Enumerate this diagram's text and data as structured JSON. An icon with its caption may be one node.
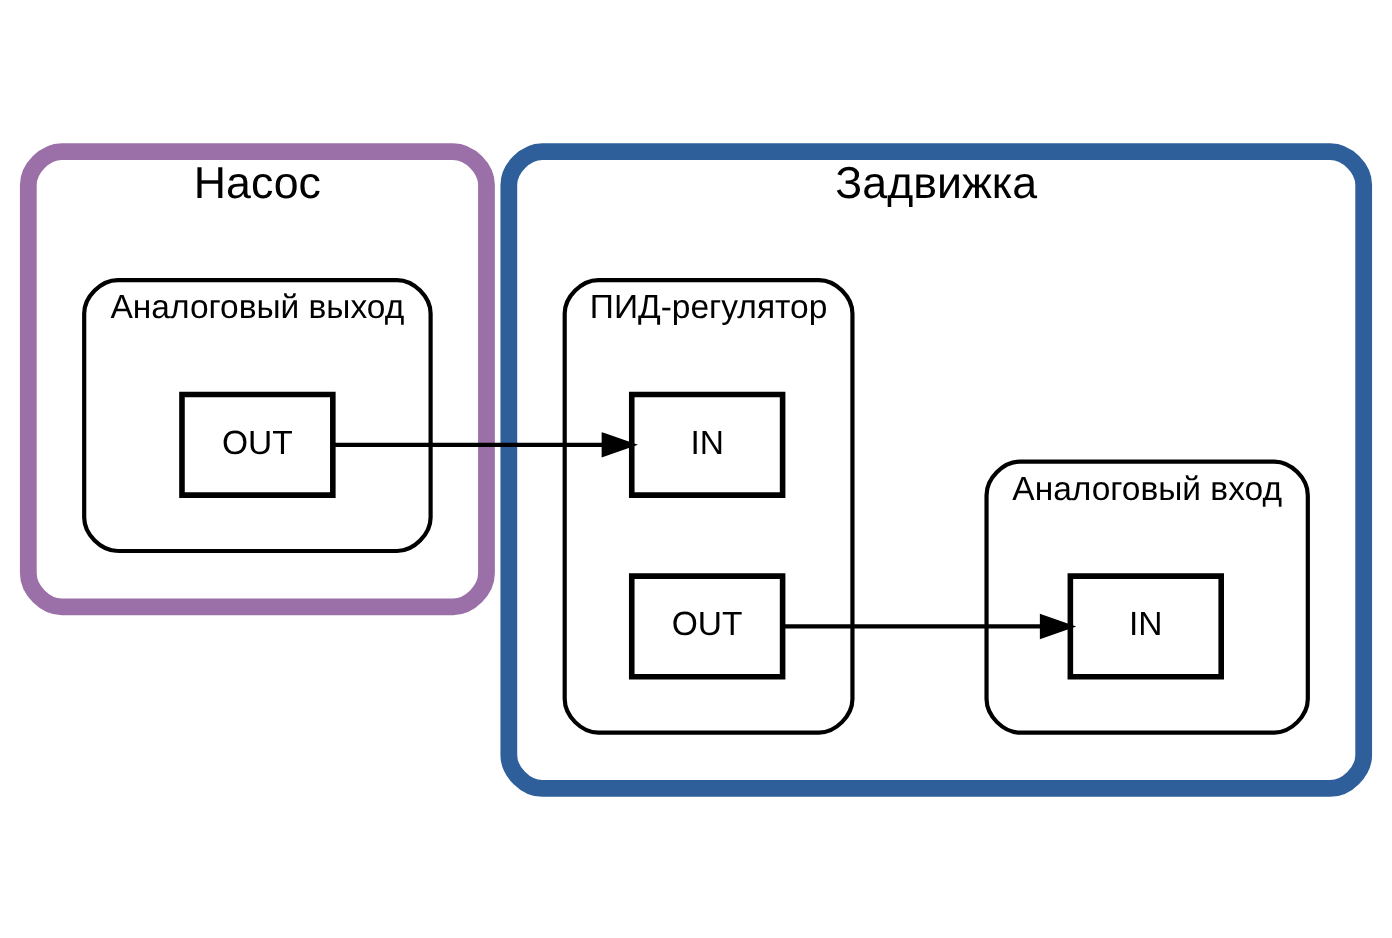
{
  "diagram": {
    "nodes": [
      {
        "text": [
          "Насос"
        ]
      },
      {
        "text": [
          "Аналоговый выход"
        ],
        "in": 0
      },
      {
        "text": [
          "OUT"
        ],
        "in": 1
      },
      {
        "text": [
          "Задвижка"
        ]
      },
      {
        "text": [
          "ПИД-регулятор"
        ],
        "in": 3
      },
      {
        "text": [
          "IN"
        ],
        "in": 4
      },
      {
        "text": [
          "OUT"
        ],
        "in": 4
      },
      {
        "text": [
          "Аналоговый вход"
        ],
        "in": 3
      },
      {
        "text": [
          "IN"
        ],
        "in": 7
      }
    ],
    "edges": [
      {
        "from": 2,
        "to": 5,
        "arrow": "to"
      },
      {
        "from": 6,
        "to": 8,
        "arrow": "to"
      }
    ]
  }
}
